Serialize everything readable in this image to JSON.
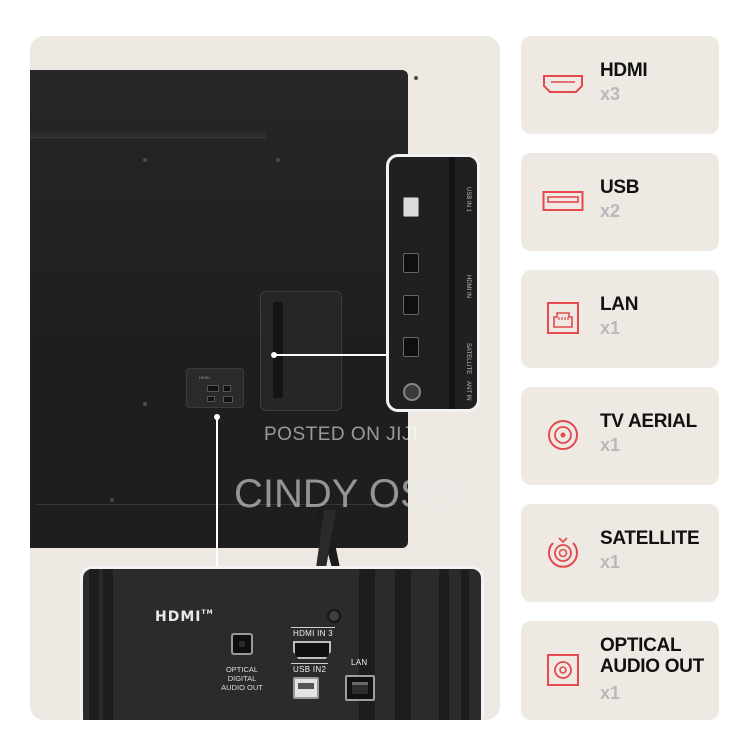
{
  "features": [
    {
      "icon": "hdmi-port-icon",
      "title": "HDMI",
      "count": "x3"
    },
    {
      "icon": "usb-port-icon",
      "title": "USB",
      "count": "x2"
    },
    {
      "icon": "lan-port-icon",
      "title": "LAN",
      "count": "x1"
    },
    {
      "icon": "tv-aerial-icon",
      "title": "TV AERIAL",
      "count": "x1"
    },
    {
      "icon": "satellite-icon",
      "title": "SATELLITE",
      "count": "x1"
    },
    {
      "icon": "optical-audio-icon",
      "title_line1": "OPTICAL",
      "title_line2": "AUDIO OUT",
      "count": "x1"
    }
  ],
  "zoom_panel": {
    "hdmi_logo": "HDMI",
    "hdmi_tm": "TM",
    "optical_label_line1": "OPTICAL",
    "optical_label_line2": "DIGITAL",
    "optical_label_line3": "AUDIO OUT",
    "hdmi_in_label": "HDMI IN 3",
    "usb_in_label": "USB IN2",
    "lan_label": "LAN"
  },
  "side_panel": {
    "usb_label": "USB IN 1",
    "hdmi_label": "HDMI IN",
    "antenna_label": "ANT IN",
    "satellite_label": "SATELLITE",
    "small_hdmi_label": "HDMI"
  },
  "watermark": {
    "line1": "POSTED ON JIJI",
    "line2": "CINDY OSEI"
  },
  "colors": {
    "accent_red": "#e5484d",
    "card_bg": "#eeeae3",
    "panel_bg": "#ede9e2",
    "tv_black": "#1e1e1e",
    "count_grey": "#b9b9b9"
  }
}
